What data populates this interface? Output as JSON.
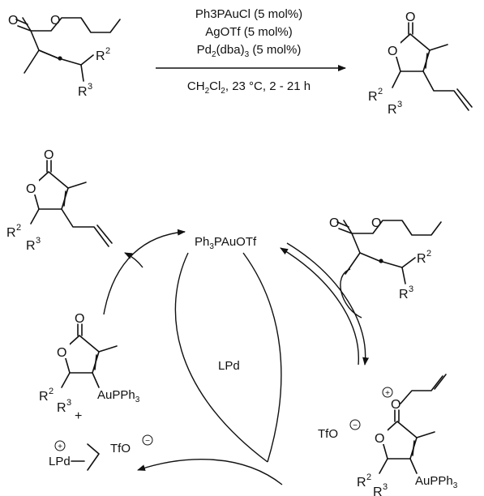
{
  "conditions": {
    "reagent1": "Ph3PAuCl (5 mol%)",
    "reagent2": "AgOTf (5 mol%)",
    "reagent3_a": "Pd",
    "reagent3_b": "2",
    "reagent3_c": "(dba)",
    "reagent3_d": "3",
    "reagent3_e": " (5 mol%)",
    "solvent_a": "CH",
    "solvent_b": "2",
    "solvent_c": "Cl",
    "solvent_d": "2",
    "solvent_e": ", 23 °C, 2 - 21 h"
  },
  "atoms": {
    "O": "O",
    "R": "R",
    "sup2": "2",
    "sup3": "3",
    "plus_charge": "+",
    "minus_charge": "−"
  },
  "cycle": {
    "catalyst_a": "Ph",
    "catalyst_b": "3",
    "catalyst_c": "PAuOTf",
    "center": "LPd",
    "tfo_a": "TfO",
    "aupph3_a": "AuPPh",
    "aupph3_b": "3",
    "plus": "+",
    "lpd": "LPd"
  }
}
